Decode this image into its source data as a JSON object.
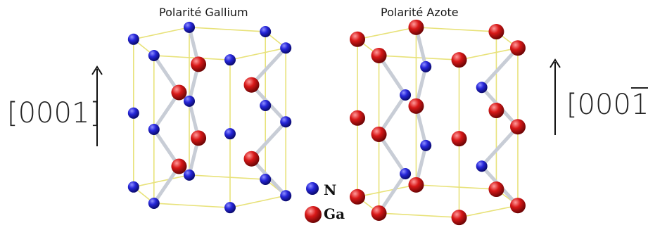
{
  "titles": {
    "gallium": "Polarité Gallium",
    "azote": "Polarité Azote"
  },
  "directions": {
    "gallium_main": "[0001]",
    "azote_main": "[000",
    "azote_bar_digit": "1",
    "azote_close": "]"
  },
  "legend": {
    "n_label": "N",
    "ga_label": "Ga"
  },
  "colors": {
    "n_atom": "#2b2bd6",
    "ga_atom": "#d62020",
    "frame": "#e8e27a",
    "bond": "#c8cdd6",
    "text": "#222222"
  }
}
